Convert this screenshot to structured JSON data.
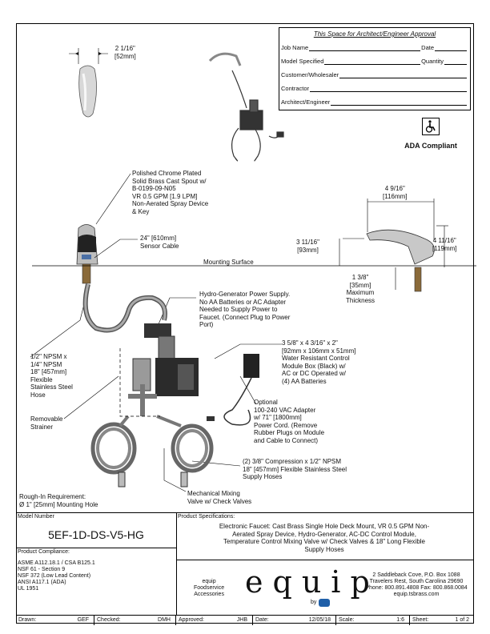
{
  "approval": {
    "title": "This Space for Architect/Engineer Approval",
    "job_name": "Job Name",
    "date": "Date",
    "model_specified": "Model Specified",
    "quantity": "Quantity",
    "customer": "Customer/Wholesaler",
    "contractor": "Contractor",
    "architect": "Architect/Engineer"
  },
  "ada": {
    "label": "ADA Compliant"
  },
  "callouts": {
    "spout_width": [
      "2 1/16\"",
      "[52mm]"
    ],
    "spout_desc": [
      "Polished Chrome Plated",
      "Solid Brass Cast Spout w/",
      "B-0199-09-N05",
      "VR 0.5 GPM [1.9 LPM]",
      "Non-Aerated Spray Device",
      "& Key"
    ],
    "sensor_cable": [
      "24\" [610mm]",
      "Sensor Cable"
    ],
    "mounting_surface": "Mounting Surface",
    "dim_reach": [
      "4 9/16\"",
      "[116mm]"
    ],
    "dim_height_left": [
      "3 11/16\"",
      "[93mm]"
    ],
    "dim_height_right": [
      "4 11/16\"",
      "[119mm]"
    ],
    "dim_thickness": [
      "1 3/8\"",
      "[35mm]",
      "Maximum",
      "Thickness"
    ],
    "hydro": [
      "Hydro-Generator Power Supply.",
      "No AA Batteries or AC Adapter",
      "Needed to Supply Power to",
      "Faucet. (Connect Plug to Power",
      "Port)"
    ],
    "control_module": [
      "3 5/8\" x 4 3/16\" x 2\"",
      "[92mm x 106mm x 51mm]",
      "Water Resistant Control",
      "Module Box (Black) w/",
      "AC or DC Operated w/",
      "(4) AA Batteries"
    ],
    "hose": [
      "1/2\" NPSM x",
      "1/4\" NPSM",
      "18\" [457mm]",
      "Flexible",
      "Stainless Steel",
      "Hose"
    ],
    "strainer": [
      "Removable",
      "Strainer"
    ],
    "adapter": [
      "Optional",
      "100-240 VAC Adapter",
      "w/ 71\" [1800mm]",
      "Power Cord. (Remove",
      "Rubber Plugs on Module",
      "and Cable to Connect)"
    ],
    "supply_hoses": [
      "(2) 3/8\" Compression x 1/2\" NPSM",
      "18\" [457mm] Flexible Stainless Steel",
      "Supply Hoses"
    ],
    "rough_in": [
      "Rough-In Requirement:",
      "Ø 1\" [25mm] Mounting Hole"
    ],
    "mixing": [
      "Mechanical Mixing",
      "Valve w/ Check Valves"
    ]
  },
  "model": {
    "label": "Model Number",
    "value": "5EF-1D-DS-V5-HG"
  },
  "compliance": {
    "label": "Product Compliance:",
    "lines": [
      "ASME A112.18.1 / CSA B125.1",
      "NSF 61 - Section 9",
      "NSF 372 (Low Lead Content)",
      "ANSI A117.1 (ADA)",
      "UL 1951"
    ]
  },
  "specs": {
    "label": "Product Specifications:",
    "lines": [
      "Electronic Faucet: Cast Brass Single Hole Deck Mount, VR 0.5 GPM Non-",
      "Aerated Spray Device, Hydro-Generator, AC-DC Control Module,",
      "Temperature Control Mixing Valve w/ Check Valves & 18\" Long Flexible",
      "Supply Hoses"
    ]
  },
  "brand": {
    "tag": [
      "equip",
      "Foodservice",
      "Accessories"
    ],
    "logo": "equip",
    "by": "by",
    "address": [
      "2 Saddleback Cove, P.O. Box 1088",
      "Travelers Rest, South Carolina 29690",
      "Phone: 800.891.4808  Fax: 800.868.0084",
      "equip.tsbrass.com"
    ]
  },
  "title_block": {
    "drawn_label": "Drawn:",
    "drawn": "GEF",
    "checked_label": "Checked:",
    "checked": "DMH",
    "approved_label": "Approved:",
    "approved": "JHB",
    "date_label": "Date:",
    "date": "12/05/18",
    "scale_label": "Scale:",
    "scale": "1:6",
    "sheet_label": "Sheet:",
    "sheet": "1  of  2"
  }
}
